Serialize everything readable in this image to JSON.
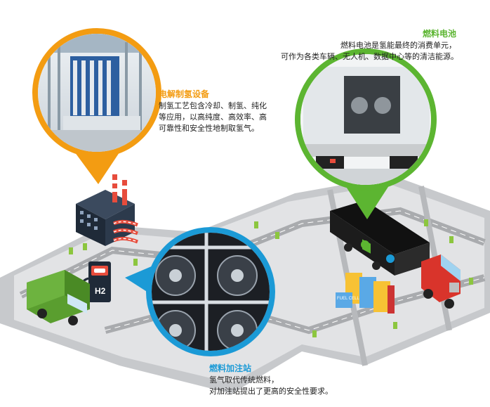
{
  "captions": {
    "electrolysis": {
      "title": "电解制氢设备",
      "lines": [
        "制氢工艺包含冷却、制氢、纯化",
        "等应用，以高纯度、高效率、高",
        "可靠性和安全性地制取氢气。"
      ]
    },
    "fuel_cell": {
      "title": "燃料电池",
      "lines": [
        "燃料电池是氢能最终的消费单元，",
        "可作为各类车辆、无人机、数据中心等的清洁能源。"
      ]
    },
    "station": {
      "title": "燃料加注站",
      "lines": [
        "氢气取代传统燃料，",
        "对加注站提出了更高的安全性要求。"
      ]
    }
  },
  "labels": {
    "h2_sign": "H2",
    "fuel_cell_sign": "FUEL CELL"
  },
  "colors": {
    "electrolysis_accent": "#f39c12",
    "fuel_cell_accent": "#5cb531",
    "station_accent": "#1b9ad6",
    "ground_light": "#d9dadc",
    "road_dark": "#a9abae"
  },
  "icons": [
    "factory-icon",
    "hydrogen-pump-icon",
    "van-icon",
    "truck-icon",
    "fuel-cell-stack-icon"
  ]
}
